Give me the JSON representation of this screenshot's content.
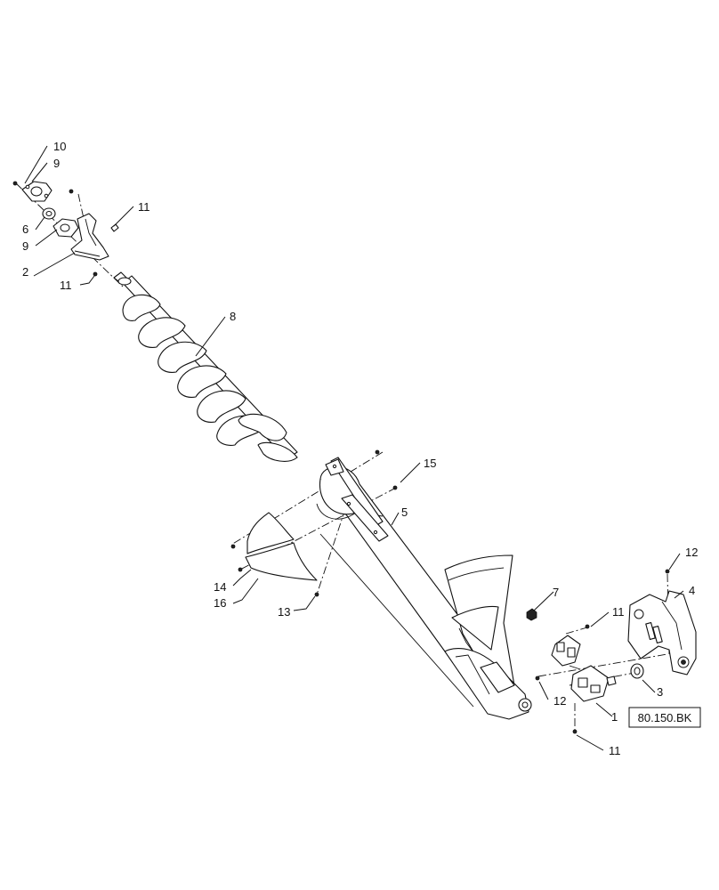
{
  "callouts": {
    "c10": "10",
    "c9a": "9",
    "c6": "6",
    "c9b": "9",
    "c2": "2",
    "c11a": "11",
    "c11b": "11",
    "c8": "8",
    "c15": "15",
    "c5": "5",
    "c14": "14",
    "c16": "16",
    "c13": "13",
    "c7": "7",
    "c11c": "11",
    "c12a": "12",
    "c4": "4",
    "c3": "3",
    "c12b": "12",
    "c1": "1",
    "c11d": "11"
  },
  "reference": "80.150.BK"
}
